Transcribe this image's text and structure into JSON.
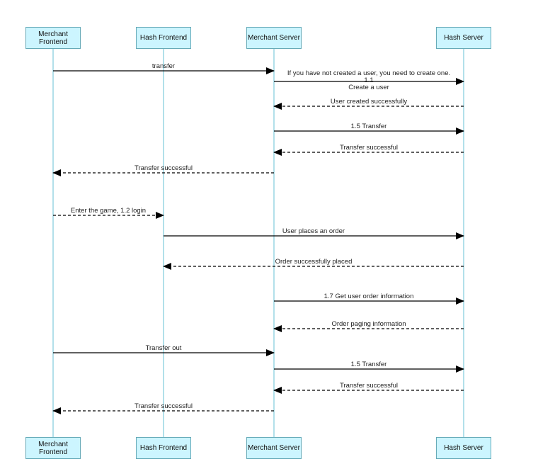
{
  "colors": {
    "actor_fill": "#ccf5ff",
    "actor_border": "#66aab8",
    "lifeline": "#66c2d6",
    "message": "#000000"
  },
  "participants": [
    {
      "id": "merchant-frontend",
      "label": "Merchant\nFrontend"
    },
    {
      "id": "hash-frontend",
      "label": "Hash Frontend"
    },
    {
      "id": "merchant-server",
      "label": "Merchant Server"
    },
    {
      "id": "hash-server",
      "label": "Hash Server"
    }
  ],
  "messages": [
    {
      "from": 0,
      "to": 2,
      "style": "solid",
      "label": "transfer"
    },
    {
      "from": 2,
      "to": 3,
      "style": "solid",
      "label": "If you have not created a user, you need to create one. 1.1\nCreate a user"
    },
    {
      "from": 3,
      "to": 2,
      "style": "dashed",
      "label": "User created successfully"
    },
    {
      "from": 2,
      "to": 3,
      "style": "solid",
      "label": "1.5 Transfer"
    },
    {
      "from": 3,
      "to": 2,
      "style": "dashed",
      "label": "Transfer successful"
    },
    {
      "from": 2,
      "to": 0,
      "style": "dashed",
      "label": "Transfer successful"
    },
    {
      "from": 0,
      "to": 1,
      "style": "dashed",
      "label": "Enter the game, 1.2 login"
    },
    {
      "from": 1,
      "to": 3,
      "style": "solid",
      "label": "User places an order"
    },
    {
      "from": 3,
      "to": 1,
      "style": "dashed",
      "label": "Order successfully placed"
    },
    {
      "from": 2,
      "to": 3,
      "style": "solid",
      "label": "1.7 Get user order information"
    },
    {
      "from": 3,
      "to": 2,
      "style": "dashed",
      "label": "Order paging information"
    },
    {
      "from": 0,
      "to": 2,
      "style": "solid",
      "label": "Transfer out"
    },
    {
      "from": 2,
      "to": 3,
      "style": "solid",
      "label": "1.5 Transfer"
    },
    {
      "from": 3,
      "to": 2,
      "style": "dashed",
      "label": "Transfer successful"
    },
    {
      "from": 2,
      "to": 0,
      "style": "dashed",
      "label": "Transfer successful"
    }
  ]
}
